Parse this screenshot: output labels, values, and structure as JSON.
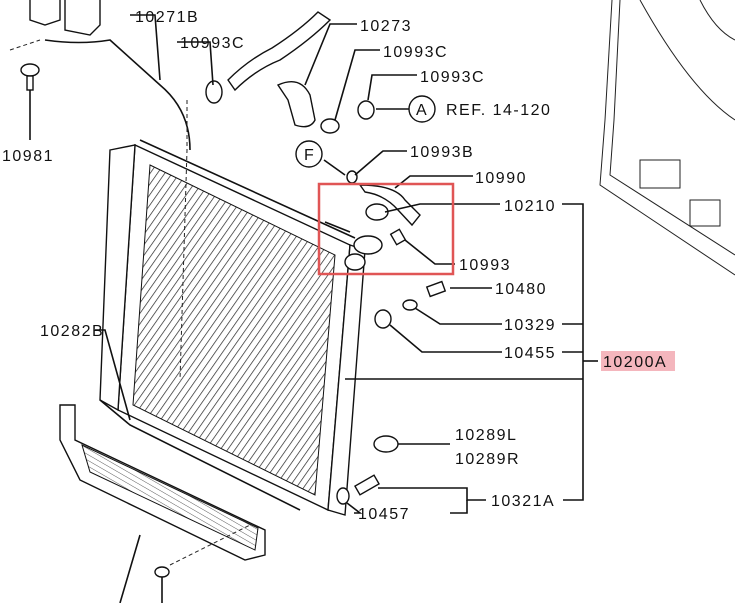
{
  "diagram": {
    "labels": {
      "p10271B": "10271B",
      "p10993C_a": "10993C",
      "p10273": "10273",
      "p10993C_b": "10993C",
      "p10993C_c": "10993C",
      "ref_a_marker": "A",
      "ref_a_text": "REF. 14-120",
      "p10981": "10981",
      "ref_f_marker": "F",
      "p10993B": "10993B",
      "p10990": "10990",
      "p10210": "10210",
      "p10993": "10993",
      "p10480": "10480",
      "p10329": "10329",
      "p10282B": "10282B",
      "p10455": "10455",
      "p10200A": "10200A",
      "p10289L": "10289L",
      "p10289R": "10289R",
      "p10457": "10457",
      "p10321A": "10321A"
    },
    "colors": {
      "highlight_box": "#e05555",
      "highlight_label_bg": "#f4b6bd"
    }
  }
}
